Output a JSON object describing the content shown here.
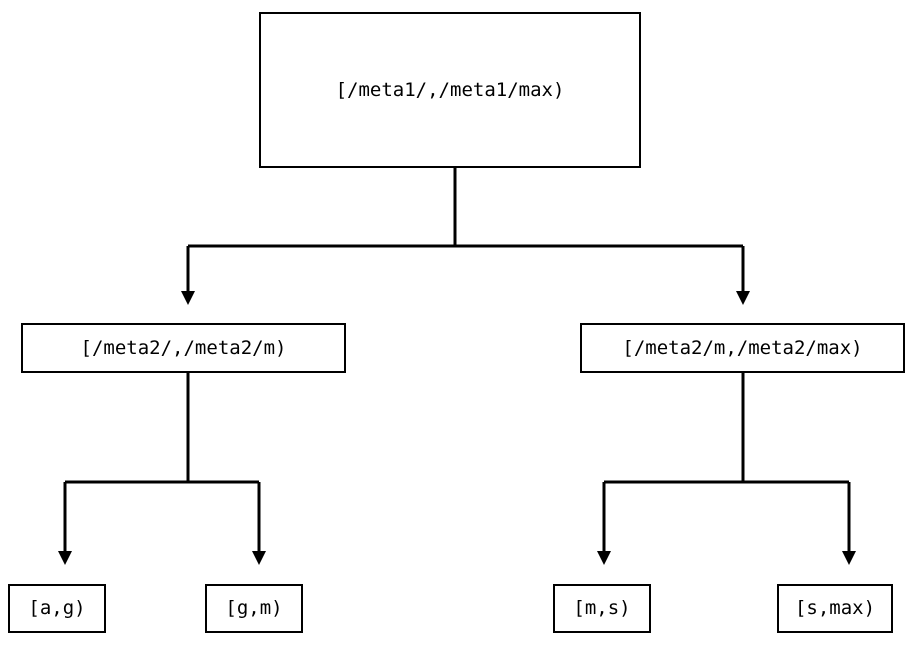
{
  "diagram": {
    "type": "binary-range-partition-tree",
    "levels": 3,
    "background_color": "#ffffff",
    "line_color": "#000000",
    "text_color": "#000000",
    "nodes": {
      "root": {
        "label": "[/meta1/,/meta1/max)"
      },
      "level2": [
        {
          "label": "[/meta2/,/meta2/m)"
        },
        {
          "label": "[/meta2/m,/meta2/max)"
        }
      ],
      "leaves": [
        {
          "label": "[a,g)"
        },
        {
          "label": "[g,m)"
        },
        {
          "label": "[m,s)"
        },
        {
          "label": "[s,max)"
        }
      ]
    }
  }
}
